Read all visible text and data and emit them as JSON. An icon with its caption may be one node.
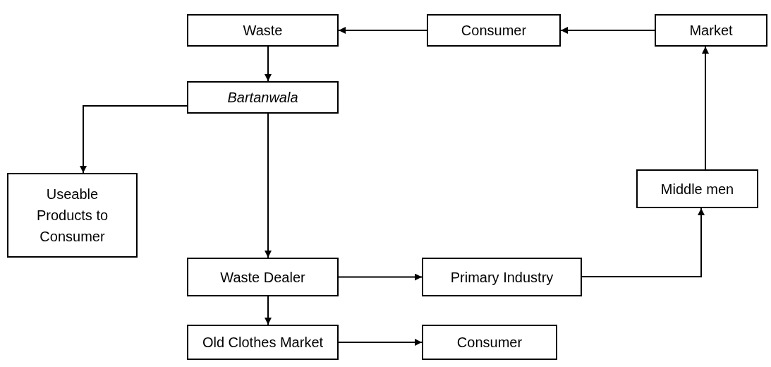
{
  "diagram": {
    "nodes": [
      {
        "text": [
          "Waste"
        ]
      },
      {
        "text": [
          "Consumer"
        ]
      },
      {
        "text": [
          "Market"
        ]
      },
      {
        "text": [
          "Bartanwala"
        ]
      },
      {
        "text": [
          "Useable Products to Consumer"
        ]
      },
      {
        "text": [
          "Middle men"
        ]
      },
      {
        "text": [
          "Waste Dealer"
        ]
      },
      {
        "text": [
          "Primary Industry"
        ]
      },
      {
        "text": [
          "Old Clothes Market"
        ]
      },
      {
        "text": [
          "Consumer"
        ]
      }
    ],
    "edges": [
      {
        "from": 1,
        "to": 0,
        "arrow": "to"
      },
      {
        "from": 2,
        "to": 1,
        "arrow": "to"
      },
      {
        "from": 0,
        "to": 3,
        "arrow": "to"
      },
      {
        "from": 3,
        "to": 4,
        "arrow": "to"
      },
      {
        "from": 3,
        "to": 6,
        "arrow": "to"
      },
      {
        "from": 6,
        "to": 7,
        "arrow": "to"
      },
      {
        "from": 7,
        "to": 5,
        "arrow": "to"
      },
      {
        "from": 5,
        "to": 2,
        "arrow": "to"
      },
      {
        "from": 6,
        "to": 8,
        "arrow": "to"
      },
      {
        "from": 8,
        "to": 9,
        "arrow": "to"
      }
    ]
  }
}
